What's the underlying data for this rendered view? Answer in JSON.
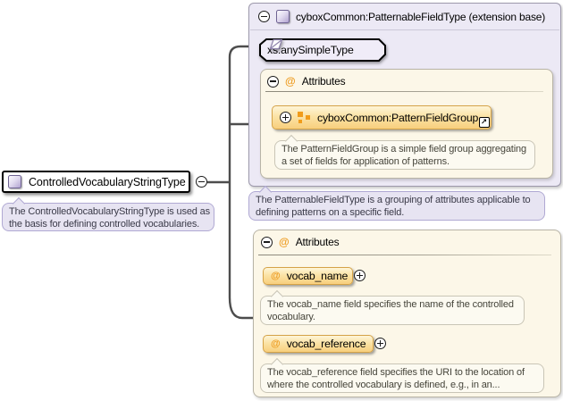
{
  "root_type": {
    "label": "ControlledVocabularyStringType",
    "doc_line1": "The ControlledVocabularyStringType is used as",
    "doc_line2": "the basis for defining controlled vocabularies."
  },
  "extension_base": {
    "header": "cyboxCommon:PatternableFieldType (extension base)",
    "base_type_label": "xs:anySimpleType",
    "attributes_title": "Attributes",
    "group": {
      "label": "cyboxCommon:PatternFieldGroup",
      "doc_line1": "The PatternFieldGroup is a simple field group aggregating",
      "doc_line2": "a set of fields for application of patterns."
    },
    "doc_line1": "The PatternableFieldType is a grouping of attributes applicable to",
    "doc_line2": "defining patterns on a specific field."
  },
  "own_attributes": {
    "title": "Attributes",
    "items": [
      {
        "name": "vocab_name",
        "doc_line1": "The vocab_name field specifies the name of the controlled",
        "doc_line2": "vocabulary."
      },
      {
        "name": "vocab_reference",
        "doc_line1": "The vocab_reference field specifies the URI to the location of",
        "doc_line2": "where the controlled vocabulary is defined, e.g., in an..."
      }
    ]
  },
  "icons": {
    "collapse": "minus-circle",
    "expand": "plus-circle",
    "attribute_marker": "at-sign",
    "complex_type": "purple-gradient-square",
    "attribute_group": "orange-squares-grid",
    "simple_type": "parallelogram-pencil",
    "jump_to_definition": "arrow-up-right-boxed"
  },
  "colors": {
    "accent_orange": "#EE9D23",
    "attr_box_border": "#D5A348",
    "attr_box_gradient_top": "#FEF5D8",
    "attr_box_gradient_bottom": "#F8CF7D",
    "panel_lavender": "#ECE9F5",
    "panel_cream": "#FCF7E8",
    "bubble_lavender": "#E7E4F2",
    "bubble_cream": "#FCFAF1",
    "type_icon_purple": "#B1A3D1",
    "connector_gray": "#4D4D4D"
  }
}
